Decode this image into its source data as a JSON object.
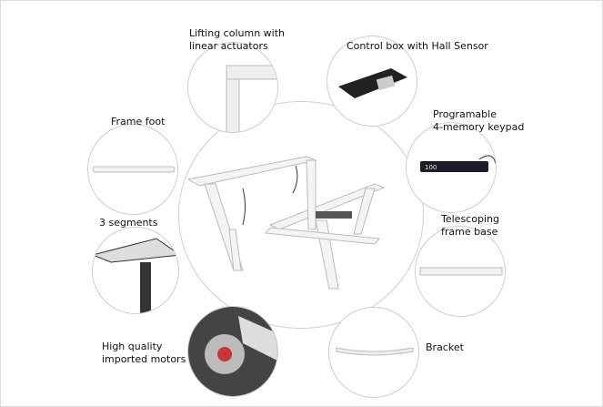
{
  "labels": {
    "lifting_column_1": "Lifting column with",
    "lifting_column_2": "linear actuators",
    "control_box": "Control box with Hall Sensor",
    "keypad_1": "Programable",
    "keypad_2": "4-memory keypad",
    "frame_foot": "Frame foot",
    "segments": "3 segments",
    "telescoping_1": "Telescoping",
    "telescoping_2": "frame base",
    "motors_1": "High quality",
    "motors_2": "imported motors",
    "bracket": "Bracket"
  },
  "keypad_display": "100"
}
